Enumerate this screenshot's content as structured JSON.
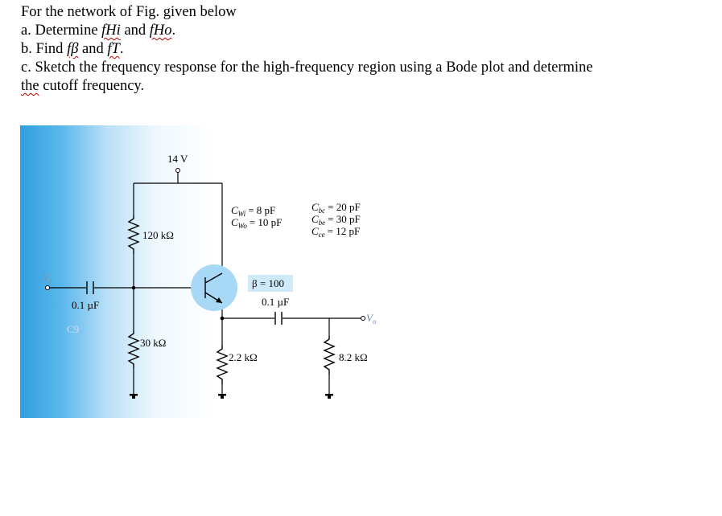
{
  "question": {
    "intro": "For the network of Fig. given below",
    "a_prefix": "a. Determine ",
    "a_term1": "fHi",
    "a_mid": " and ",
    "a_term2": "fHo",
    "a_suffix": ".",
    "b_prefix": "b. Find ",
    "b_term1": "fβ",
    "b_mid": " and ",
    "b_term2": "fT",
    "b_suffix": ".",
    "c_line1": "c. Sketch the frequency response for the high-frequency region using a Bode plot and determine",
    "c_line2_word": "the",
    "c_line2_rest": " cutoff frequency."
  },
  "circuit": {
    "supply": "14 V",
    "r_top": "120 kΩ",
    "r_bottom": "30 kΩ",
    "r_emitter": "2.2 kΩ",
    "r_load": "8.2 kΩ",
    "c_in": "0.1 µF",
    "c_out": "0.1 µF",
    "beta": "β = 100",
    "vi": "V",
    "vi_sub": "i",
    "vo": "V",
    "vo_sub": "o",
    "cwi_label": "C",
    "cwi_sub": "Wi",
    "cwi_value": "= 8 pF",
    "cwo_label": "C",
    "cwo_sub": "Wo",
    "cwo_value": "= 10 pF",
    "cbc_label": "C",
    "cbc_sub": "bc",
    "cbc_value": "= 20 pF",
    "cbe_label": "C",
    "cbe_sub": "be",
    "cbe_value": "= 30 pF",
    "cce_label": "C",
    "cce_sub": "ce",
    "cce_value": "= 12 pF",
    "bg_label": "C9"
  },
  "colors": {
    "panel_light": "#eaf6fd",
    "panel_dark": "#2f9fe0",
    "transistor_fill": "#a7d8f5",
    "beta_box": "#cfeaf9",
    "squiggle": "#c00000"
  }
}
